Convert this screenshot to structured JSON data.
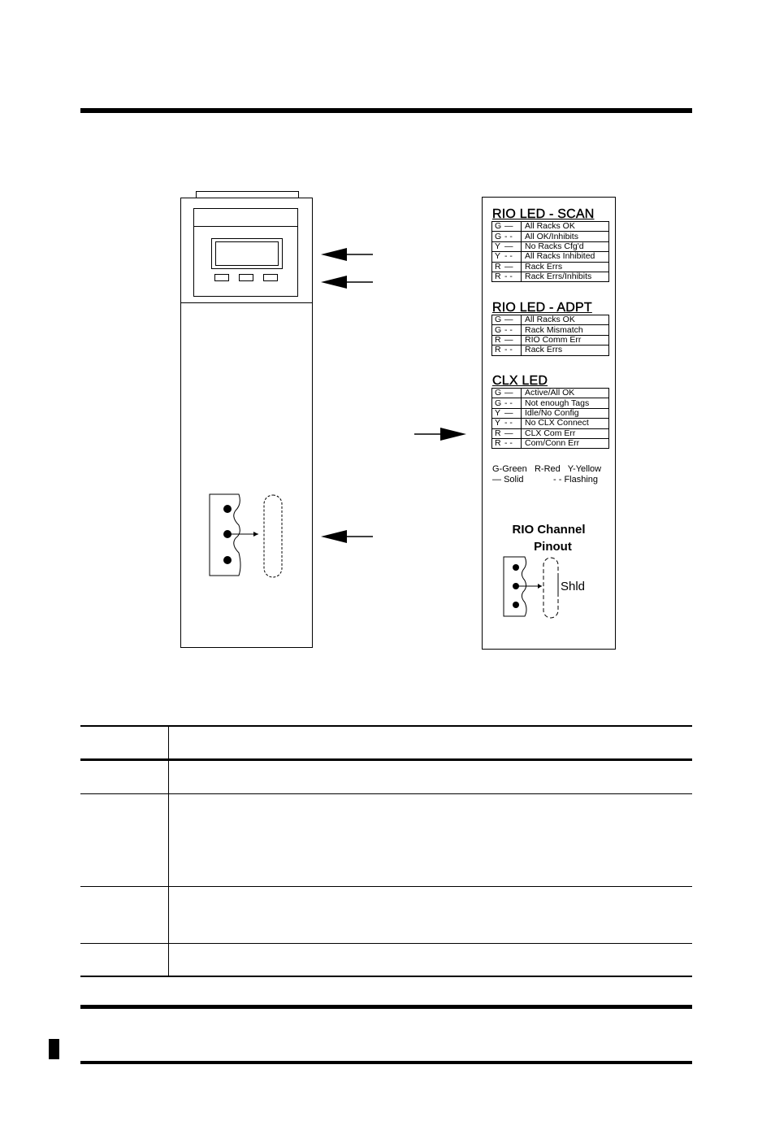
{
  "rio_scan": {
    "title": "RIO LED - SCAN",
    "rows": [
      {
        "letter": "G",
        "mark": "—",
        "state": "All Racks OK"
      },
      {
        "letter": "G",
        "mark": "- -",
        "state": "All OK/Inhibits"
      },
      {
        "letter": "Y",
        "mark": "—",
        "state": "No Racks Cfg'd"
      },
      {
        "letter": "Y",
        "mark": "- -",
        "state": "All Racks Inhibited"
      },
      {
        "letter": "R",
        "mark": "—",
        "state": "Rack Errs"
      },
      {
        "letter": "R",
        "mark": "- -",
        "state": "Rack Errs/Inhibits"
      }
    ]
  },
  "rio_adpt": {
    "title": "RIO LED - ADPT",
    "rows": [
      {
        "letter": "G",
        "mark": "—",
        "state": "All Racks OK"
      },
      {
        "letter": "G",
        "mark": "- -",
        "state": "Rack Mismatch"
      },
      {
        "letter": "R",
        "mark": "—",
        "state": "RIO Comm Err"
      },
      {
        "letter": "R",
        "mark": "- -",
        "state": "Rack Errs"
      }
    ]
  },
  "clx": {
    "title": "CLX LED",
    "rows": [
      {
        "letter": "G",
        "mark": "—",
        "state": "Active/All OK"
      },
      {
        "letter": "G",
        "mark": "- -",
        "state": "Not enough Tags"
      },
      {
        "letter": "Y",
        "mark": "—",
        "state": "Idle/No Config"
      },
      {
        "letter": "Y",
        "mark": "- -",
        "state": "No CLX Connect"
      },
      {
        "letter": "R",
        "mark": "—",
        "state": "CLX Com Err"
      },
      {
        "letter": "R",
        "mark": "- -",
        "state": "Com/Conn Err"
      }
    ]
  },
  "legend": {
    "colors": "G-Green   R-Red   Y-Yellow",
    "solid_mark": "—",
    "solid": "Solid",
    "flashing_mark": "- -",
    "flashing": "Flashing"
  },
  "pinout": {
    "title_line1": "RIO Channel",
    "title_line2": "Pinout",
    "shield_label": "Shld"
  }
}
